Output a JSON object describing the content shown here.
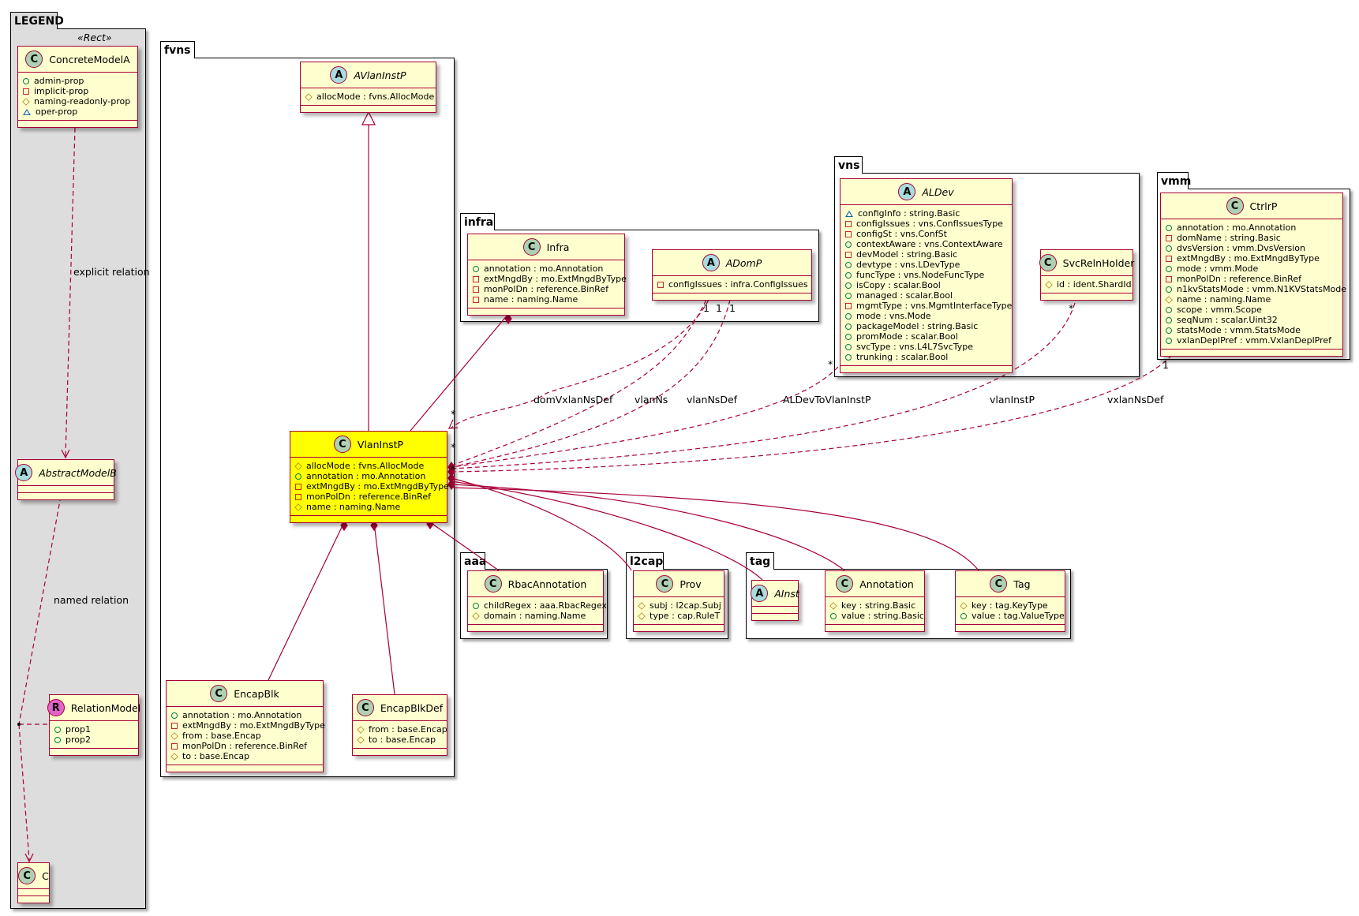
{
  "colors": {
    "class_fill": "#fefece",
    "highlight_fill": "#ffff00",
    "border": "#a80036",
    "legend_bg": "#dddddd"
  },
  "packages": [
    {
      "id": "legend",
      "name": "LEGEND",
      "stereotype": "«Rect»"
    },
    {
      "id": "fvns",
      "name": "fvns"
    },
    {
      "id": "infra",
      "name": "infra"
    },
    {
      "id": "vns",
      "name": "vns"
    },
    {
      "id": "vmm",
      "name": "vmm"
    },
    {
      "id": "aaa",
      "name": "aaa"
    },
    {
      "id": "l2cap",
      "name": "l2cap"
    },
    {
      "id": "tag",
      "name": "tag"
    }
  ],
  "classes": [
    {
      "id": "ConcreteModelA",
      "kind": "C",
      "name": "ConcreteModelA",
      "members": [
        [
          "pub",
          "admin-prop"
        ],
        [
          "priv",
          "implicit-prop"
        ],
        [
          "prot",
          "naming-readonly-prop"
        ],
        [
          "pkg",
          "oper-prop"
        ]
      ]
    },
    {
      "id": "AbstractModelB",
      "kind": "A",
      "name": "AbstractModelB",
      "members": []
    },
    {
      "id": "RelationModel",
      "kind": "R",
      "name": "RelationModel",
      "members": [
        [
          "pub",
          "prop1"
        ],
        [
          "pub",
          "prop2"
        ]
      ]
    },
    {
      "id": "C",
      "kind": "C",
      "name": "C",
      "members": []
    },
    {
      "id": "AVlanInstP",
      "kind": "A",
      "name": "AVlanInstP",
      "members": [
        [
          "prot",
          "allocMode : fvns.AllocMode"
        ]
      ]
    },
    {
      "id": "VlanInstP",
      "kind": "C",
      "name": "VlanInstP",
      "highlight": true,
      "members": [
        [
          "prot",
          "allocMode : fvns.AllocMode"
        ],
        [
          "pub",
          "annotation : mo.Annotation"
        ],
        [
          "priv",
          "extMngdBy : mo.ExtMngdByType"
        ],
        [
          "priv",
          "monPolDn : reference.BinRef"
        ],
        [
          "prot",
          "name : naming.Name"
        ]
      ]
    },
    {
      "id": "EncapBlk",
      "kind": "C",
      "name": "EncapBlk",
      "members": [
        [
          "pub",
          "annotation : mo.Annotation"
        ],
        [
          "priv",
          "extMngdBy : mo.ExtMngdByType"
        ],
        [
          "prot",
          "from : base.Encap"
        ],
        [
          "priv",
          "monPolDn : reference.BinRef"
        ],
        [
          "prot",
          "to : base.Encap"
        ]
      ]
    },
    {
      "id": "EncapBlkDef",
      "kind": "C",
      "name": "EncapBlkDef",
      "members": [
        [
          "prot",
          "from : base.Encap"
        ],
        [
          "prot",
          "to : base.Encap"
        ]
      ]
    },
    {
      "id": "Infra",
      "kind": "C",
      "name": "Infra",
      "members": [
        [
          "pub",
          "annotation : mo.Annotation"
        ],
        [
          "priv",
          "extMngdBy : mo.ExtMngdByType"
        ],
        [
          "priv",
          "monPolDn : reference.BinRef"
        ],
        [
          "priv",
          "name : naming.Name"
        ]
      ]
    },
    {
      "id": "ADomP",
      "kind": "A",
      "name": "ADomP",
      "members": [
        [
          "priv",
          "configIssues : infra.ConfigIssues"
        ]
      ]
    },
    {
      "id": "ALDev",
      "kind": "A",
      "name": "ALDev",
      "members": [
        [
          "pkg",
          "configInfo : string.Basic"
        ],
        [
          "priv",
          "configIssues : vns.ConfIssuesType"
        ],
        [
          "priv",
          "configSt : vns.ConfSt"
        ],
        [
          "pub",
          "contextAware : vns.ContextAware"
        ],
        [
          "priv",
          "devModel : string.Basic"
        ],
        [
          "pub",
          "devtype : vns.LDevType"
        ],
        [
          "pub",
          "funcType : vns.NodeFuncType"
        ],
        [
          "pub",
          "isCopy : scalar.Bool"
        ],
        [
          "pub",
          "managed : scalar.Bool"
        ],
        [
          "priv",
          "mgmtType : vns.MgmtInterfaceType"
        ],
        [
          "pub",
          "mode : vns.Mode"
        ],
        [
          "pub",
          "packageModel : string.Basic"
        ],
        [
          "pub",
          "promMode : scalar.Bool"
        ],
        [
          "pub",
          "svcType : vns.L4L7SvcType"
        ],
        [
          "pub",
          "trunking : scalar.Bool"
        ]
      ]
    },
    {
      "id": "SvcRelnHolder",
      "kind": "C",
      "name": "SvcRelnHolder",
      "members": [
        [
          "prot",
          "id : ident.ShardId"
        ]
      ]
    },
    {
      "id": "CtrlrP",
      "kind": "C",
      "name": "CtrlrP",
      "members": [
        [
          "pub",
          "annotation : mo.Annotation"
        ],
        [
          "priv",
          "domName : string.Basic"
        ],
        [
          "pub",
          "dvsVersion : vmm.DvsVersion"
        ],
        [
          "priv",
          "extMngdBy : mo.ExtMngdByType"
        ],
        [
          "pub",
          "mode : vmm.Mode"
        ],
        [
          "priv",
          "monPolDn : reference.BinRef"
        ],
        [
          "pub",
          "n1kvStatsMode : vmm.N1KVStatsMode"
        ],
        [
          "prot",
          "name : naming.Name"
        ],
        [
          "pub",
          "scope : vmm.Scope"
        ],
        [
          "pub",
          "seqNum : scalar.Uint32"
        ],
        [
          "pub",
          "statsMode : vmm.StatsMode"
        ],
        [
          "pub",
          "vxlanDeplPref : vmm.VxlanDeplPref"
        ]
      ]
    },
    {
      "id": "RbacAnnotation",
      "kind": "C",
      "name": "RbacAnnotation",
      "members": [
        [
          "pub",
          "childRegex : aaa.RbacRegex"
        ],
        [
          "prot",
          "domain : naming.Name"
        ]
      ]
    },
    {
      "id": "Prov",
      "kind": "C",
      "name": "Prov",
      "members": [
        [
          "prot",
          "subj : l2cap.Subj"
        ],
        [
          "prot",
          "type : cap.RuleT"
        ]
      ]
    },
    {
      "id": "AInst",
      "kind": "A",
      "name": "AInst",
      "members": []
    },
    {
      "id": "Annotation",
      "kind": "C",
      "name": "Annotation",
      "members": [
        [
          "prot",
          "key : string.Basic"
        ],
        [
          "pub",
          "value : string.Basic"
        ]
      ]
    },
    {
      "id": "Tag",
      "kind": "C",
      "name": "Tag",
      "members": [
        [
          "prot",
          "key : tag.KeyType"
        ],
        [
          "pub",
          "value : tag.ValueType"
        ]
      ]
    }
  ],
  "edge_labels": {
    "explicit": "explicit relation",
    "named": "named relation",
    "domVxlanNsDef": "domVxlanNsDef",
    "vlanNs": "vlanNs",
    "vlanNsDef": "vlanNsDef",
    "aldev": "ALDevToVlanInstP",
    "vlanInstP": "vlanInstP",
    "vxlanNsDef": "vxlanNsDef"
  },
  "multiplicities": {
    "many": "*",
    "one": "1"
  }
}
